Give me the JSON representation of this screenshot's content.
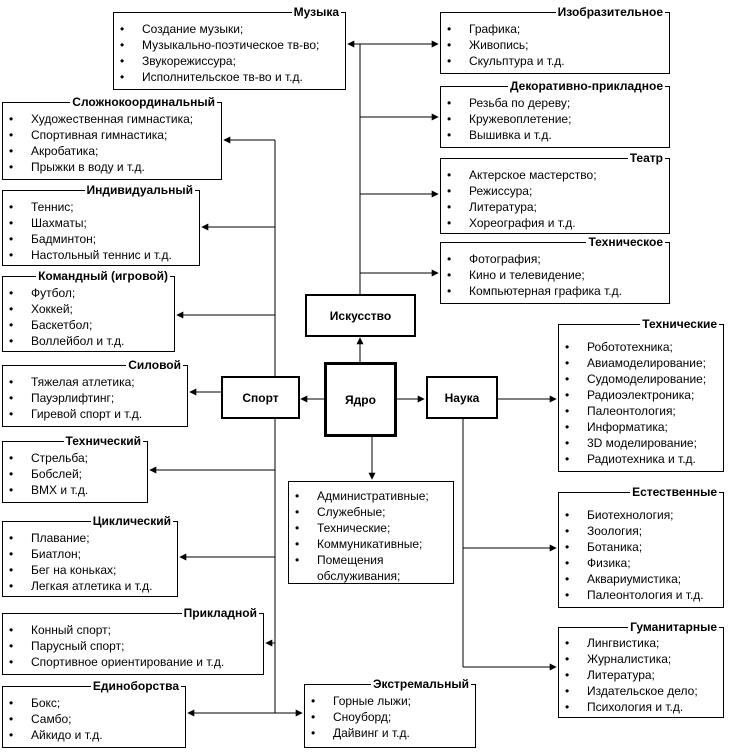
{
  "core": {
    "label": "Ядро"
  },
  "art": {
    "label": "Искусство"
  },
  "sport": {
    "label": "Спорт"
  },
  "science": {
    "label": "Наука"
  },
  "service": {
    "items": [
      "Административные;",
      "Служебные;",
      "Технические;",
      "Коммуникативные;",
      "Помещения обслуживания;"
    ]
  },
  "music": {
    "title": "Музыка",
    "items": [
      "Создание музыки;",
      "Музыкально-поэтическое тв-во;",
      "Звукорежиссура;",
      "Исполнительское тв-во и т.д."
    ]
  },
  "visual": {
    "title": "Изобразительное",
    "items": [
      "Графика;",
      "Живопись;",
      "Скульптура и т.д."
    ]
  },
  "decor": {
    "title": "Декоративно-прикладное",
    "items": [
      "Резьба по дереву;",
      "Кружевоплетение;",
      "Вышивка и т.д."
    ]
  },
  "theatre": {
    "title": "Театр",
    "items": [
      "Актерское мастерство;",
      "Режиссура;",
      "Литература;",
      "Хореография и т.д."
    ]
  },
  "technical_art": {
    "title": "Техническое",
    "items": [
      "Фотография;",
      "Кино и телевидение;",
      "Компьютерная графика т.д."
    ]
  },
  "complex": {
    "title": "Сложнокоординальный",
    "items": [
      "Художественная гимнастика;",
      "Спортивная гимнастика;",
      "Акробатика;",
      "Прыжки в воду и т.д."
    ]
  },
  "individual": {
    "title": "Индивидуальный",
    "items": [
      "Теннис;",
      "Шахматы;",
      "Бадминтон;",
      "Настольный теннис и т.д."
    ]
  },
  "team": {
    "title": "Командный (игровой)",
    "items": [
      "Футбол;",
      "Хоккей;",
      "Баскетбол;",
      "Воллейбол и т.д."
    ]
  },
  "power": {
    "title": "Силовой",
    "items": [
      "Тяжелая атлетика;",
      "Пауэрлифтинг;",
      "Гиревой спорт и т.д."
    ]
  },
  "tech_sport": {
    "title": "Технический",
    "items": [
      "Стрельба;",
      "Бобслей;",
      "BMX и т.д."
    ]
  },
  "cyclic": {
    "title": "Циклический",
    "items": [
      "Плавание;",
      "Биатлон;",
      "Бег на коньках;",
      "Легкая атлетика и т.д."
    ]
  },
  "applied": {
    "title": "Прикладной",
    "items": [
      "Конный спорт;",
      "Парусный спорт;",
      "Спортивное ориентирование и т.д."
    ]
  },
  "combat": {
    "title": "Единоборства",
    "items": [
      "Бокс;",
      "Самбо;",
      "Айкидо и т.д."
    ]
  },
  "extreme": {
    "title": "Экстремальный",
    "items": [
      "Горные лыжи;",
      "Сноуборд;",
      "Дайвинг и т.д."
    ]
  },
  "tech_sci": {
    "title": "Технические",
    "items": [
      "Робототехника;",
      "Авиамоделирование;",
      "Судомоделирование;",
      "Радиоэлектроника;",
      "Палеонтология;",
      "Информатика;",
      "3D моделирование;",
      "Радиотехника и т.д."
    ]
  },
  "natural": {
    "title": "Естественные",
    "items": [
      "Биотехнология;",
      "Зоология;",
      "Ботаника;",
      "Физика;",
      "Аквариумистика;",
      "Палеонтология и т.д."
    ]
  },
  "humanities": {
    "title": "Гуманитарные",
    "items": [
      "Лингвистика;",
      "Журналистика;",
      "Литература;",
      "Издательское дело;",
      "Психология и т.д."
    ]
  }
}
